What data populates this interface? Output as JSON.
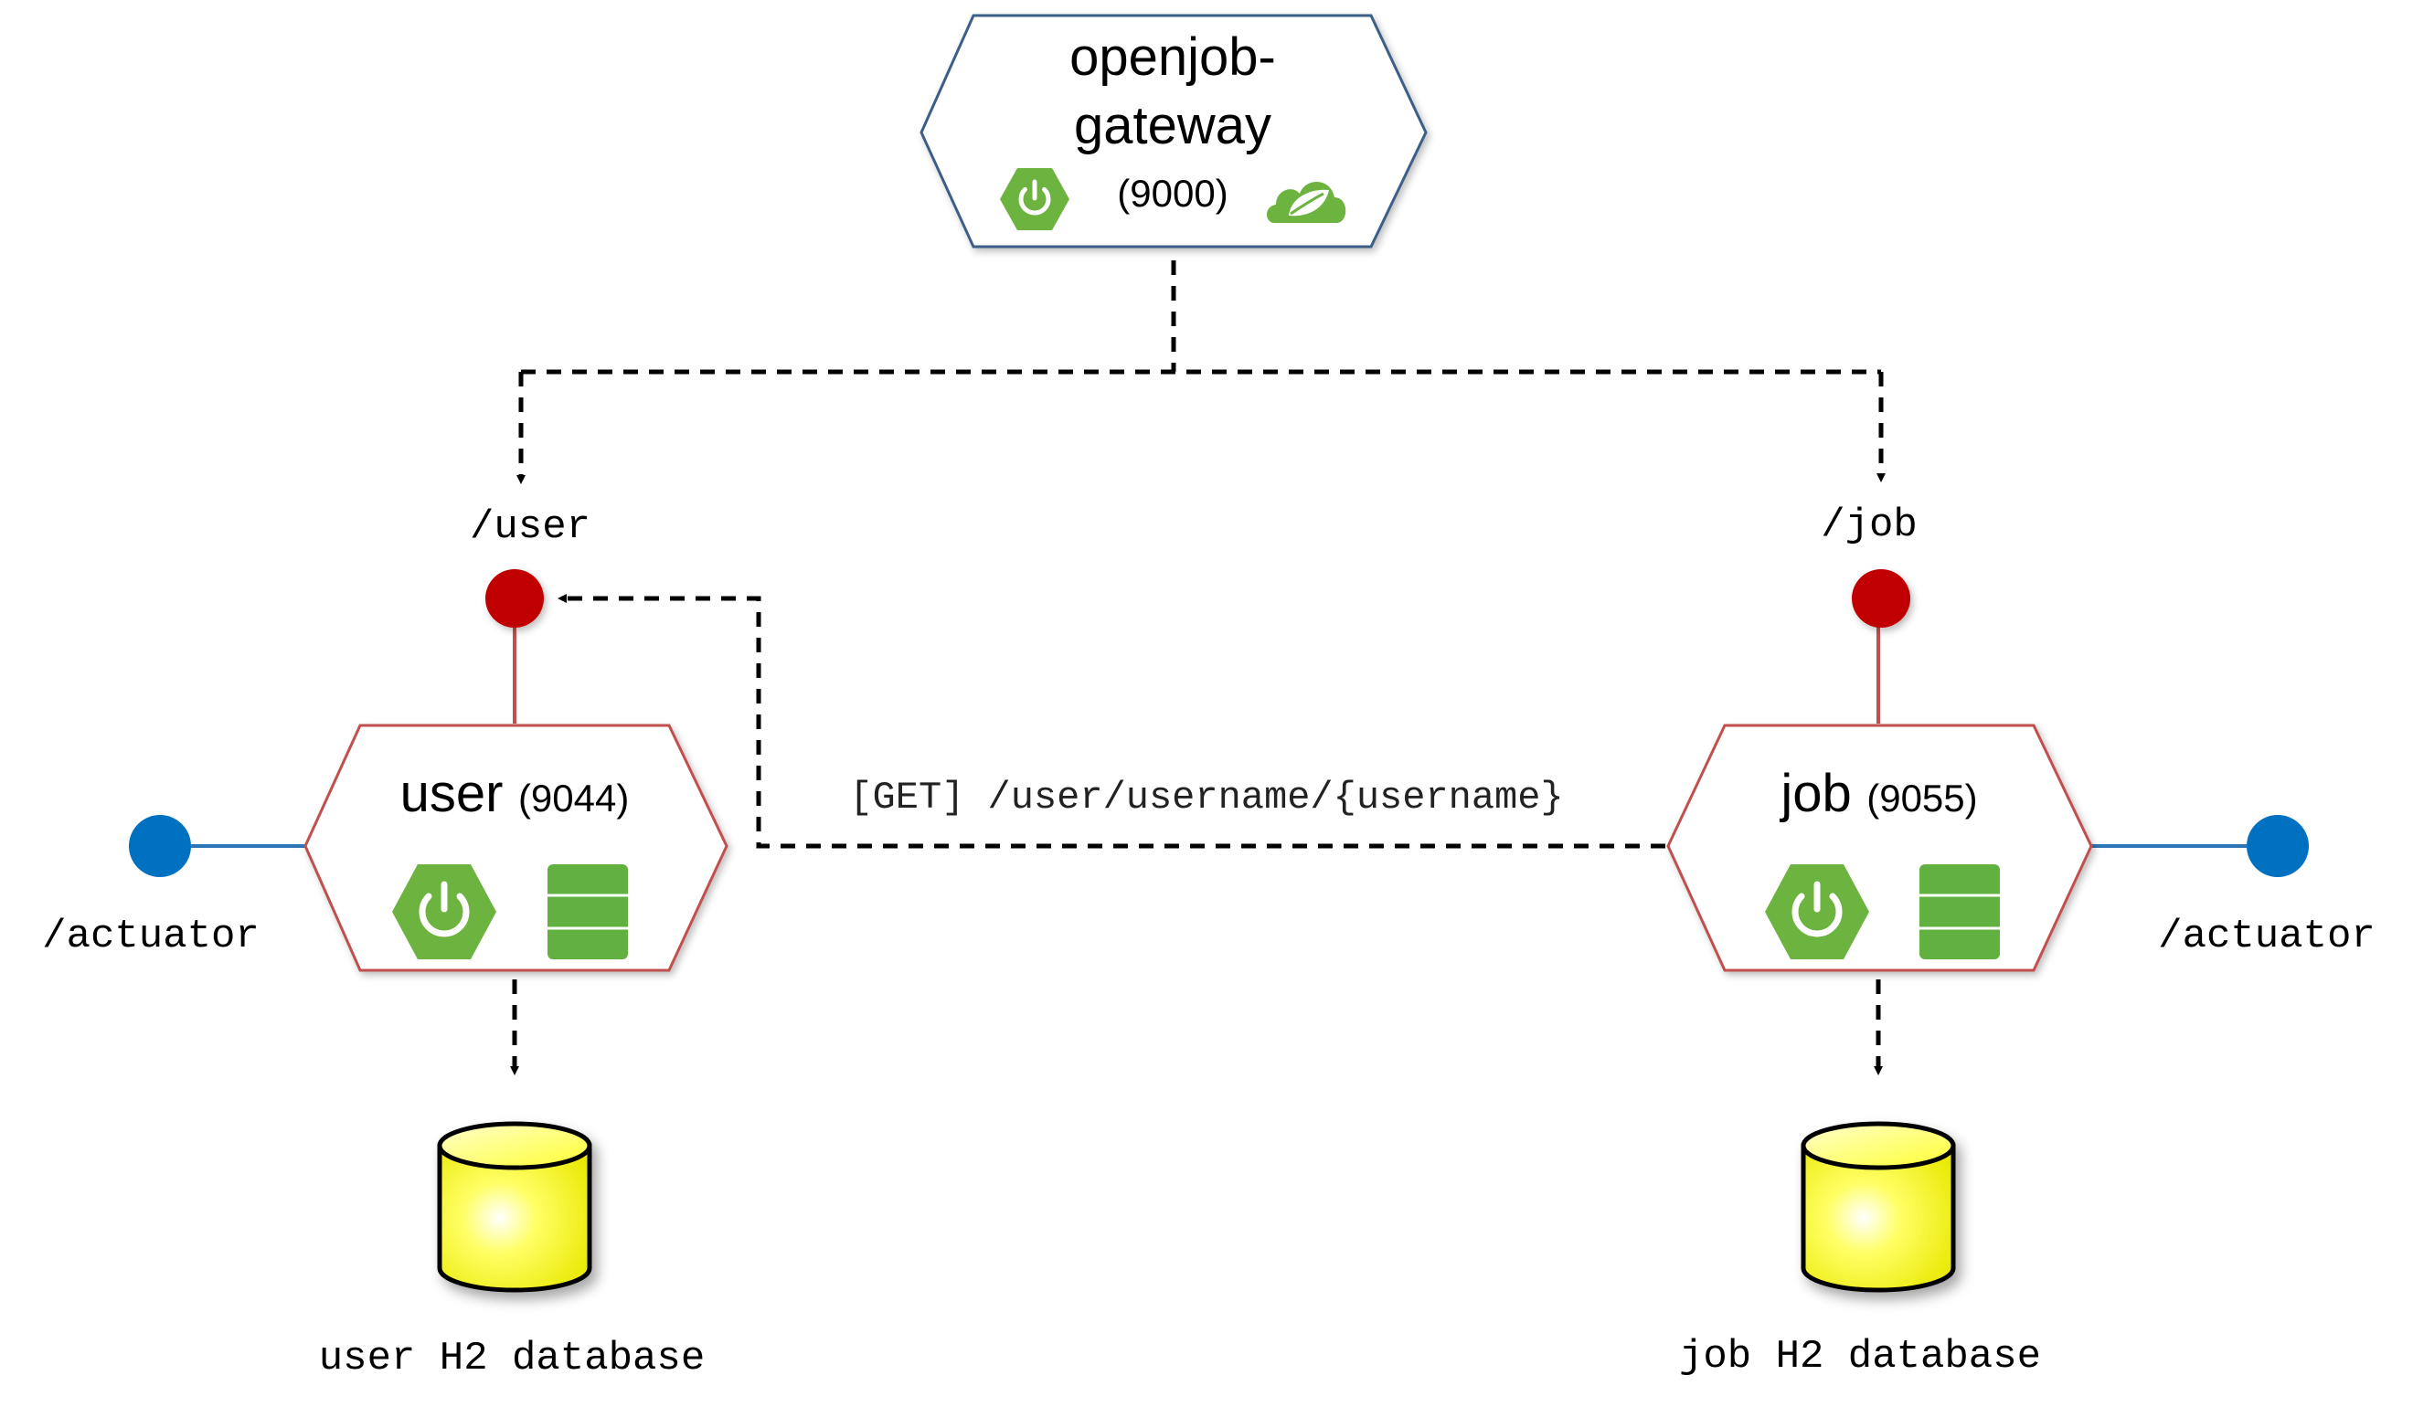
{
  "gateway": {
    "name_line1": "openjob-",
    "name_line2": "gateway",
    "port": "(9000)",
    "boot_icon": "spring-boot-power-icon",
    "cloud_icon": "spring-cloud-leaf-icon"
  },
  "user_service": {
    "name": "user",
    "port": "(9044)",
    "endpoint": "/user",
    "actuator": "/actuator",
    "database_label": "user H2 database",
    "boot_icon": "spring-boot-power-icon",
    "db_icon": "database-stack-icon"
  },
  "job_service": {
    "name": "job",
    "port": "(9055)",
    "endpoint": "/job",
    "actuator": "/actuator",
    "database_label": "job H2 database",
    "boot_icon": "spring-boot-power-icon",
    "db_icon": "database-stack-icon"
  },
  "call_label": "[GET] /user/username/{username}",
  "colors": {
    "gateway_border": "#3b5f86",
    "service_border": "#c0504d",
    "spring_green": "#6db33f",
    "db_green": "#62b03f",
    "endpoint_red": "#c00000",
    "actuator_blue": "#0070c0",
    "h2_yellow": "#ffff33"
  }
}
